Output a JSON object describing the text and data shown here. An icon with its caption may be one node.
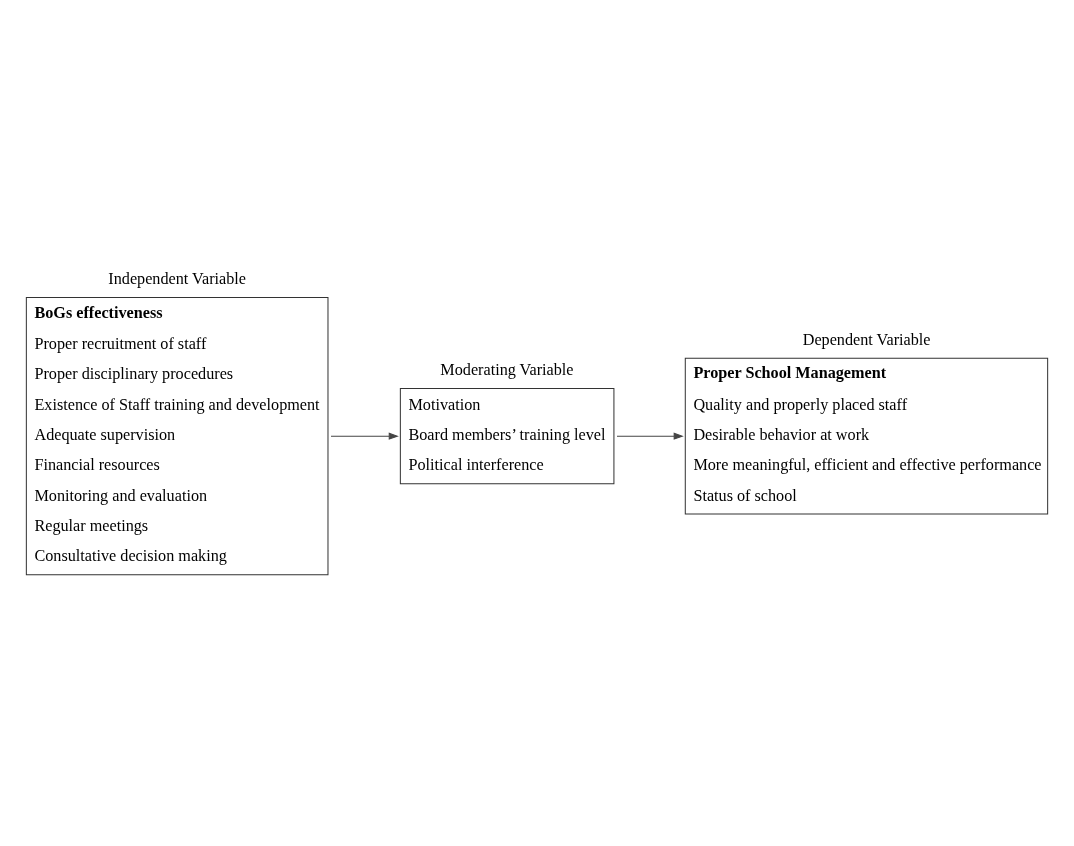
{
  "diagram": {
    "nodes": [
      {
        "text": [
          "Independent Variable",
          "BoGs effectiveness",
          "Proper recruitment of staff",
          "Proper disciplinary procedures",
          "Existence of Staff training and development",
          "Adequate supervision",
          "Financial resources",
          "Monitoring and evaluation",
          "Regular meetings",
          "Consultative decision making"
        ]
      },
      {
        "text": [
          "Moderating Variable",
          "Motivation",
          "Board members’ training level",
          "Political interference"
        ]
      },
      {
        "text": [
          "Dependent Variable",
          "Proper School Management",
          "Quality and properly placed staff",
          "Desirable behavior at work",
          "More meaningful, efficient and effective performance",
          "Status of school"
        ]
      }
    ],
    "edges": [
      {
        "from": 0,
        "to": 1,
        "arrow": "to"
      },
      {
        "from": 1,
        "to": 2,
        "arrow": "to"
      }
    ]
  }
}
